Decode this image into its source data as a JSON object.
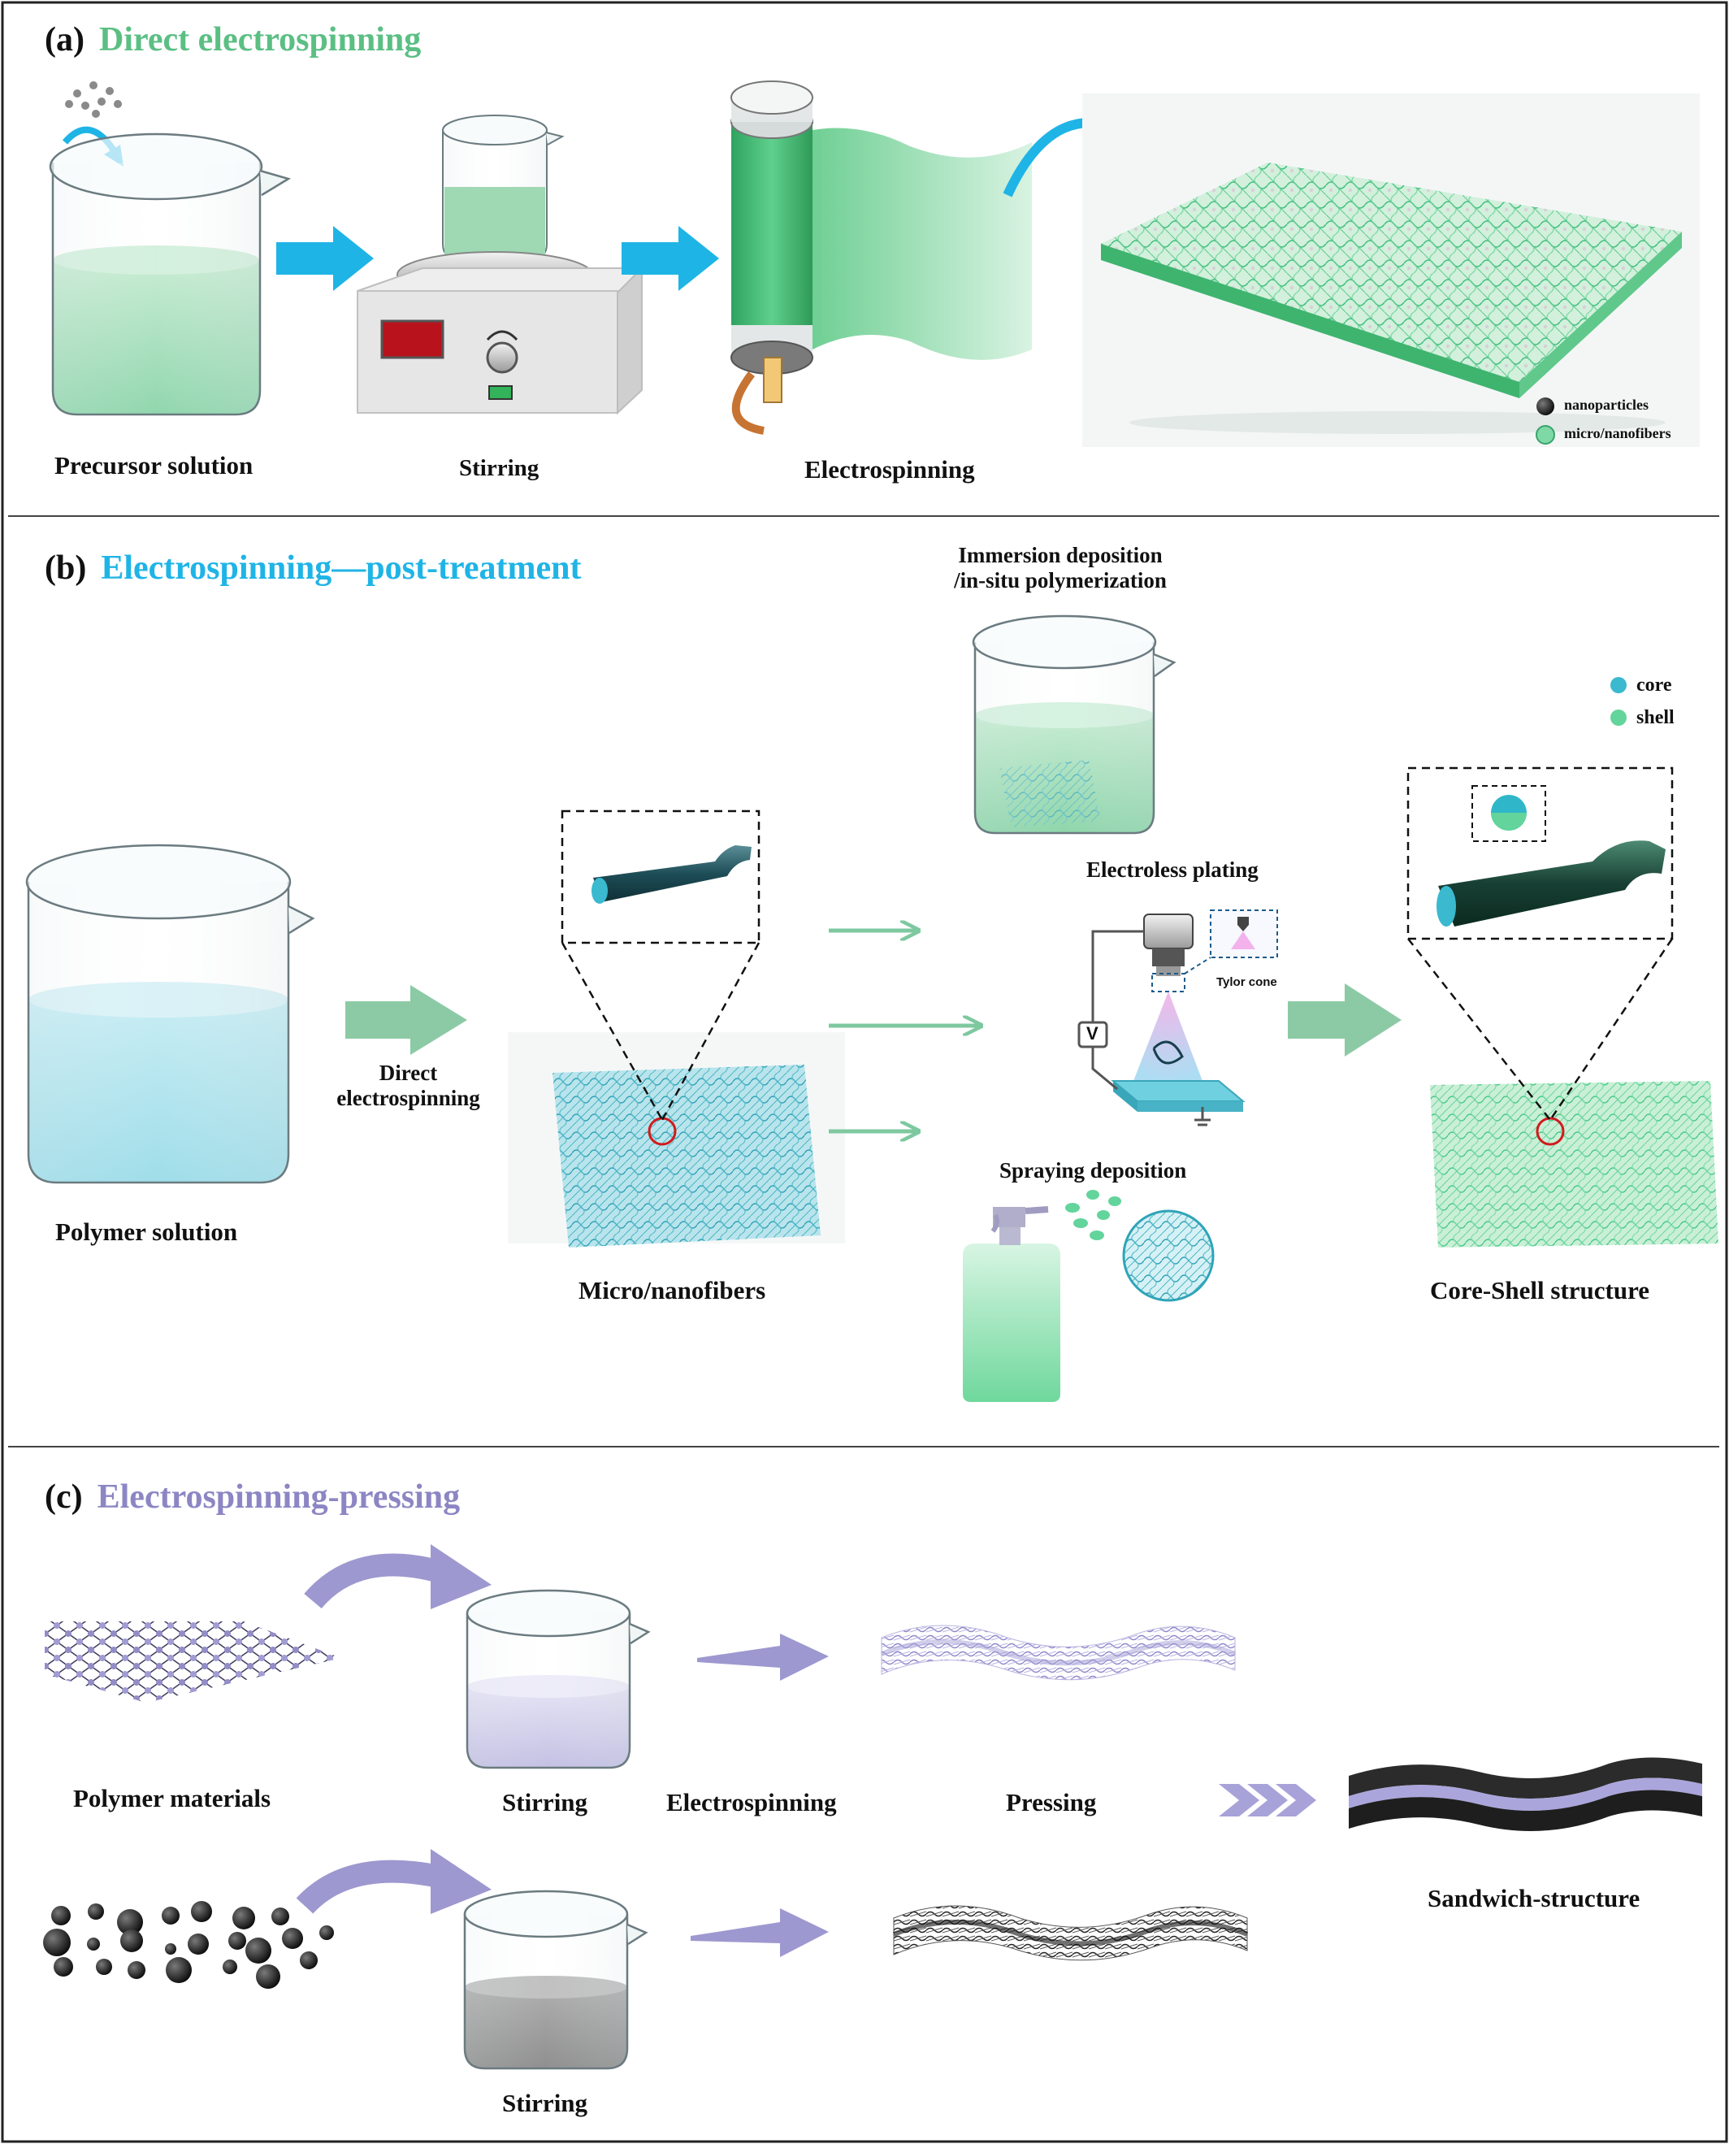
{
  "panels": {
    "a": {
      "tag": "(a)",
      "title": "Direct electrospinning",
      "title_color": "#5bbf84",
      "labels": {
        "precursor": "Precursor solution",
        "stirring": "Stirring",
        "electrospinning": "Electrospinning"
      },
      "legend": {
        "nanoparticles": "nanoparticles",
        "fibers": "micro/nanofibers"
      }
    },
    "b": {
      "tag": "(b)",
      "title": "Electrospinning—post-treatment",
      "title_color": "#1fb4e6",
      "labels": {
        "polymer_solution": "Polymer solution",
        "direct_line1": "Direct",
        "direct_line2": "electrospinning",
        "micro_nanofibers": "Micro/nanofibers",
        "immersion_line1": "Immersion deposition",
        "immersion_line2": "/in-situ polymerization",
        "electroless": "Electroless plating",
        "tylor_cone": "Tylor cone",
        "voltage": "V",
        "spraying": "Spraying deposition",
        "core_shell": "Core-Shell structure"
      },
      "legend": {
        "core": "core",
        "shell": "shell"
      }
    },
    "c": {
      "tag": "(c)",
      "title": "Electrospinning-pressing",
      "title_color": "#8c86c4",
      "labels": {
        "polymer_materials": "Polymer materials",
        "stirring_top": "Stirring",
        "electrospinning": "Electrospinning",
        "pressing": "Pressing",
        "sandwich": "Sandwich-structure",
        "stirring_bottom": "Stirring"
      }
    }
  },
  "colors": {
    "green": "#5bbf84",
    "cyan": "#1fb4e6",
    "purple": "#8c86c4",
    "teal": "#3aaebd",
    "mint": "#63d49b",
    "fiber_teal": "#2fa4b8",
    "fiber_green": "#3fc37c"
  }
}
